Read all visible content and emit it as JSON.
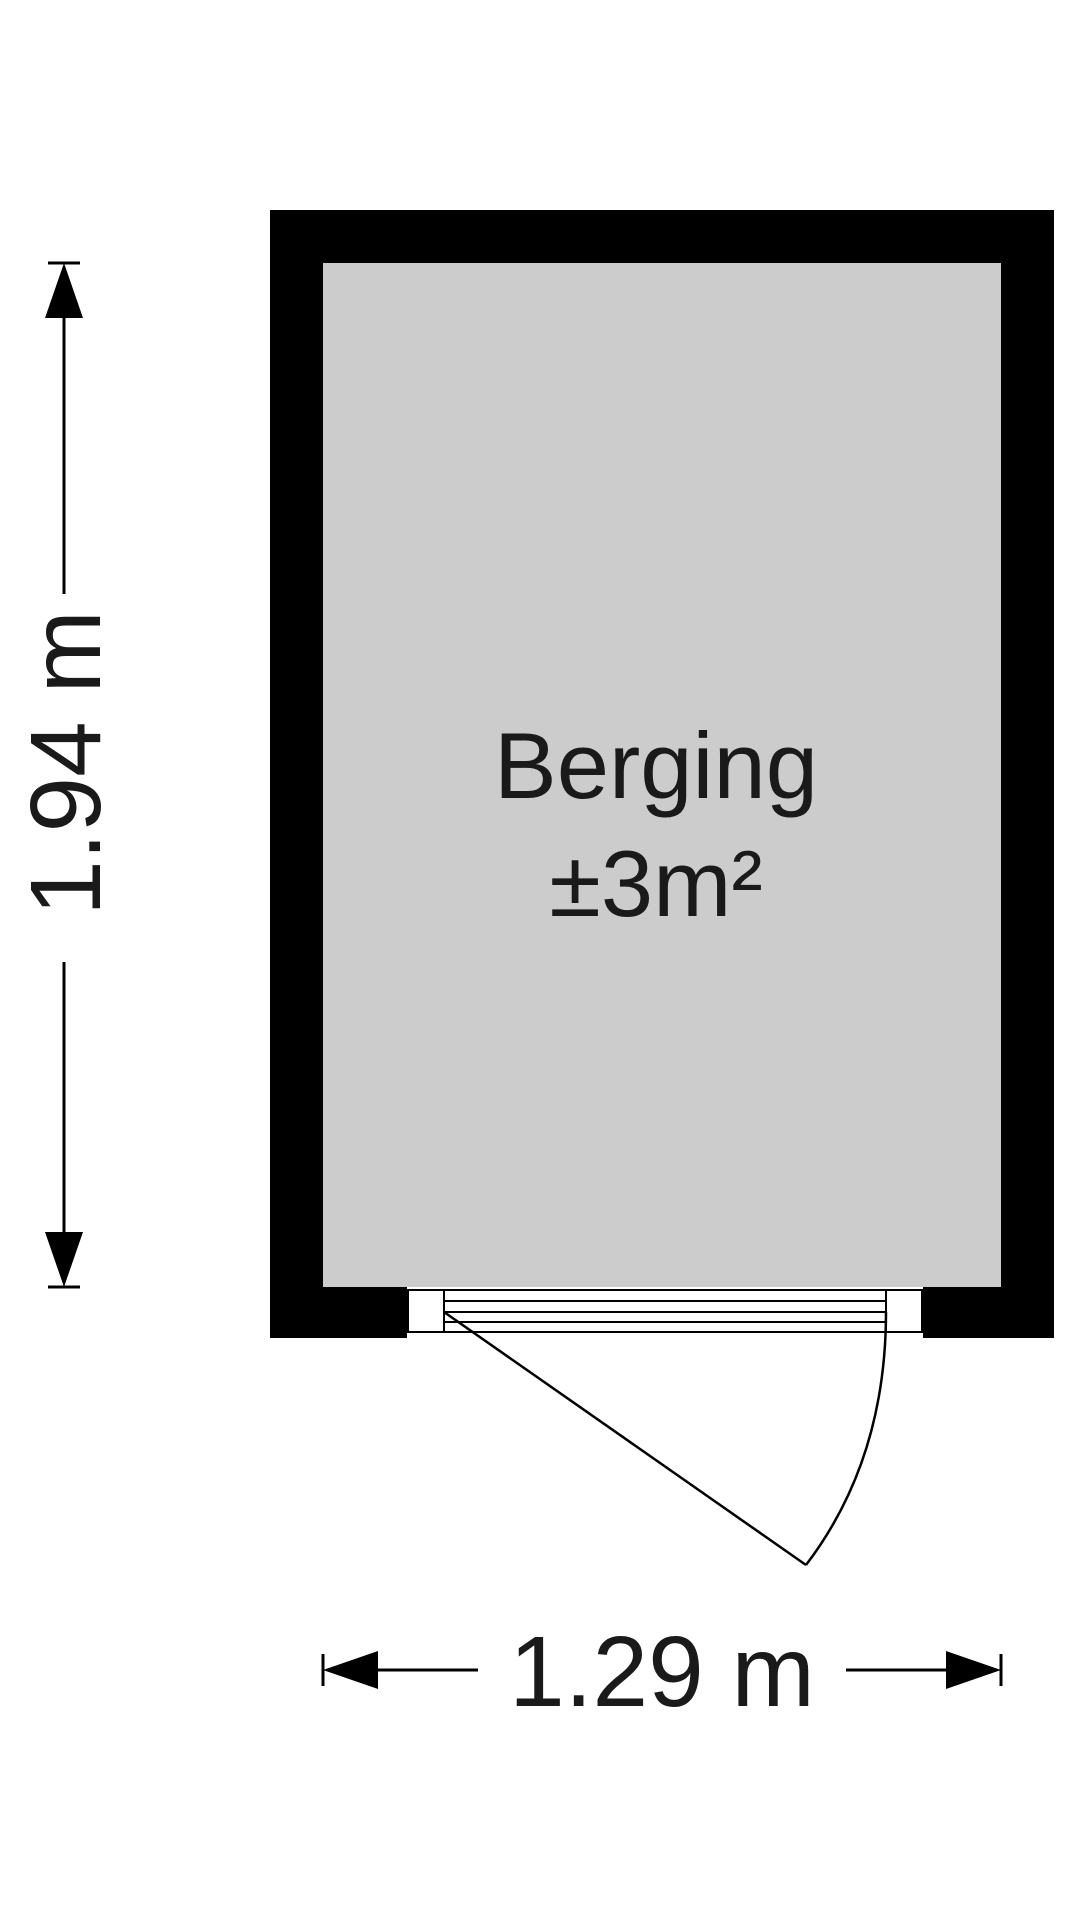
{
  "room": {
    "name": "Berging",
    "area": "±3m²",
    "floor_color": "#cccccc",
    "wall_color": "#000000"
  },
  "dimensions": {
    "height": "1.94 m",
    "width": "1.29 m"
  }
}
